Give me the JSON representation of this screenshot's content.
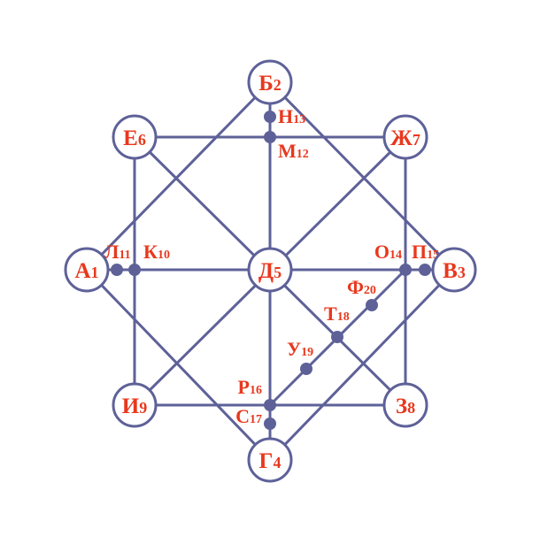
{
  "colors": {
    "line": "#5e6198",
    "label": "#e8381e",
    "fill": "#ffffff"
  },
  "nodes": [
    {
      "id": "A",
      "letter": "А",
      "num": "1"
    },
    {
      "id": "B",
      "letter": "Б",
      "num": "2"
    },
    {
      "id": "V",
      "letter": "В",
      "num": "3"
    },
    {
      "id": "G",
      "letter": "Г",
      "num": "4"
    },
    {
      "id": "D",
      "letter": "Д",
      "num": "5"
    },
    {
      "id": "E",
      "letter": "Е",
      "num": "6"
    },
    {
      "id": "Zh",
      "letter": "Ж",
      "num": "7"
    },
    {
      "id": "Z",
      "letter": "З",
      "num": "8"
    },
    {
      "id": "I",
      "letter": "И",
      "num": "9"
    }
  ],
  "points": [
    {
      "id": "K",
      "letter": "К",
      "num": "10"
    },
    {
      "id": "L",
      "letter": "Л",
      "num": "11"
    },
    {
      "id": "M",
      "letter": "М",
      "num": "12"
    },
    {
      "id": "N",
      "letter": "Н",
      "num": "13"
    },
    {
      "id": "O",
      "letter": "О",
      "num": "14"
    },
    {
      "id": "P",
      "letter": "П",
      "num": "15"
    },
    {
      "id": "R",
      "letter": "Р",
      "num": "16"
    },
    {
      "id": "S",
      "letter": "С",
      "num": "17"
    },
    {
      "id": "T",
      "letter": "Т",
      "num": "18"
    },
    {
      "id": "U",
      "letter": "У",
      "num": "19"
    },
    {
      "id": "F",
      "letter": "Ф",
      "num": "20"
    }
  ]
}
